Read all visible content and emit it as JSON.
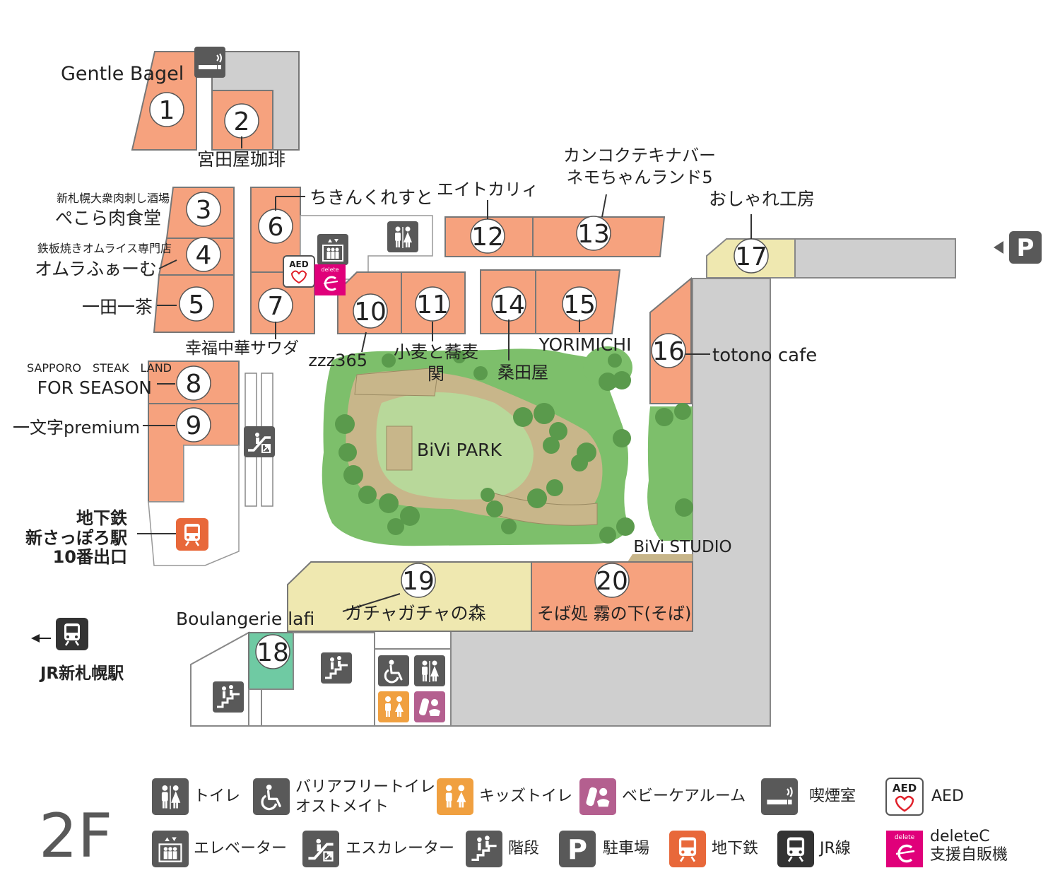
{
  "floor": "2F",
  "colors": {
    "shop": "#f6a27e",
    "shop_yellow": "#efe8b0",
    "shop_green": "#6fcaa3",
    "gray": "#cfcfcf",
    "park_outer": "#7dbf6b",
    "park_inner": "#b8d89a",
    "path": "#c8b68a",
    "tree": "#5a9a4c",
    "icon_dark": "#595959",
    "icon_orange": "#f0a040",
    "icon_pink": "#b45f8f",
    "subway": "#e8683a",
    "delete_magenta": "#e0007a"
  },
  "shops": [
    {
      "num": "1",
      "name": "Gentle Bagel"
    },
    {
      "num": "2",
      "name": "宮田屋珈琲"
    },
    {
      "num": "3",
      "sub": "新札幌大衆肉刺し酒場",
      "name": "ぺこら肉食堂"
    },
    {
      "num": "4",
      "sub": "鉄板焼きオムライス専門店",
      "name": "オムラふぁーむ"
    },
    {
      "num": "5",
      "name": "一田一茶"
    },
    {
      "num": "6",
      "name": "ちきんくれすと"
    },
    {
      "num": "7",
      "name": "幸福中華サワダ"
    },
    {
      "num": "8",
      "sub": "SAPPORO　STEAK　LAND",
      "name": "FOR SEASON"
    },
    {
      "num": "9",
      "name": "一文字premium"
    },
    {
      "num": "10",
      "name": "zzz365"
    },
    {
      "num": "11",
      "name": "小麦と蕎麦",
      "name2": "関"
    },
    {
      "num": "12",
      "name": "エイトカリィ"
    },
    {
      "num": "13",
      "name": "カンコクテキナバー",
      "name2": "ネモちゃんランド5"
    },
    {
      "num": "14",
      "name": "桑田屋"
    },
    {
      "num": "15",
      "name": "YORIMICHI"
    },
    {
      "num": "16",
      "name": "totono cafe"
    },
    {
      "num": "17",
      "name": "おしゃれ工房"
    },
    {
      "num": "18",
      "name": "Boulangerie lafi"
    },
    {
      "num": "19",
      "name": "ガチャガチャの森"
    },
    {
      "num": "20",
      "name": "そば処 霧の下(そば)"
    }
  ],
  "park_label": "BiVi PARK",
  "studio_label": "BiVi STUDIO",
  "subway_exit": [
    "地下鉄",
    "新さっぽろ駅",
    "10番出口"
  ],
  "jr_label": "JR新札幌駅",
  "aed_text": "AED",
  "delete_text": "delete",
  "parking_letter": "P",
  "legend": [
    {
      "icon": "restroom-icon",
      "label": "トイレ"
    },
    {
      "icon": "accessible-restroom-icon",
      "label": "バリアフリートイレ",
      "label2": "オストメイト"
    },
    {
      "icon": "kids-restroom-icon",
      "label": "キッズトイレ"
    },
    {
      "icon": "baby-room-icon",
      "label": "ベビーケアルーム"
    },
    {
      "icon": "smoking-room-icon",
      "label": "喫煙室"
    },
    {
      "icon": "aed-icon",
      "label": "AED"
    },
    {
      "icon": "elevator-icon",
      "label": "エレベーター"
    },
    {
      "icon": "escalator-icon",
      "label": "エスカレーター"
    },
    {
      "icon": "stairs-icon",
      "label": "階段"
    },
    {
      "icon": "parking-icon",
      "label": "駐車場"
    },
    {
      "icon": "subway-icon",
      "label": "地下鉄"
    },
    {
      "icon": "jr-train-icon",
      "label": "JR線"
    },
    {
      "icon": "deletec-icon",
      "label": "deleteC",
      "label2": "支援自販機"
    }
  ]
}
